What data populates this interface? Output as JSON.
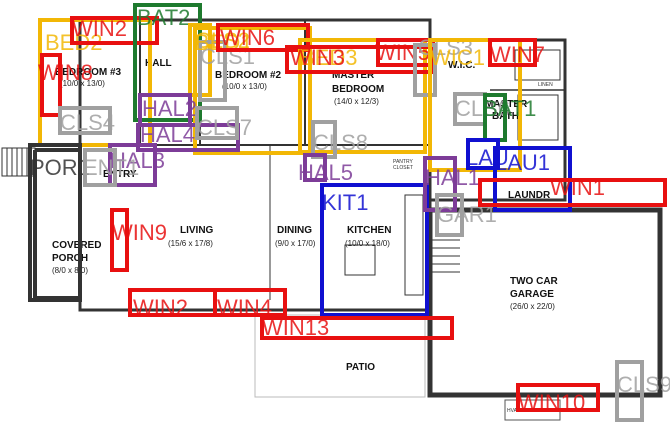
{
  "plan": {
    "rooms": [
      {
        "id": "hall",
        "name": "HALL",
        "dims": ""
      },
      {
        "id": "bedroom3",
        "name": "BEDROOM #3",
        "dims": "(10/0 x 13/0)"
      },
      {
        "id": "bedroom2",
        "name": "BEDROOM #2",
        "dims": "(10/0 x 13/0)"
      },
      {
        "id": "master",
        "name": "MASTER",
        "name2": "BEDROOM",
        "dims": "(14/0 x 12/3)"
      },
      {
        "id": "wic",
        "name": "W.I.C.",
        "dims": ""
      },
      {
        "id": "masterbath",
        "name": "MASTER",
        "name2": "BATH",
        "dims": ""
      },
      {
        "id": "entry",
        "name": "ENTRY",
        "dims": ""
      },
      {
        "id": "living",
        "name": "LIVING",
        "dims": "(15/6 x 17/8)"
      },
      {
        "id": "dining",
        "name": "DINING",
        "dims": "(9/0 x 17/0)"
      },
      {
        "id": "kitchen",
        "name": "KITCHEN",
        "dims": "(10/0 x 18/0)"
      },
      {
        "id": "laundry",
        "name": "LAUNDR",
        "dims": ""
      },
      {
        "id": "garage",
        "name": "TWO CAR",
        "name2": "GARAGE",
        "dims": "(26/0 x 22/0)"
      },
      {
        "id": "porch",
        "name": "COVERED",
        "name2": "PORCH",
        "dims": "(8/0 x 8/0)"
      },
      {
        "id": "patio",
        "name": "PATIO",
        "dims": ""
      }
    ],
    "small_labels": {
      "pantry": "PANTRY",
      "closet": "CLOSET",
      "linen": "LINEN",
      "hvac": "HVAC TECH RECEIVING"
    }
  },
  "annotations": [
    {
      "label": "BED2",
      "color": "#f2b705"
    },
    {
      "label": "WIN2",
      "color": "#e81010"
    },
    {
      "label": "BAT2",
      "color": "#1e7a2e"
    },
    {
      "label": "WIN8",
      "color": "#e81010"
    },
    {
      "label": "CLS2",
      "color": "#f2b705"
    },
    {
      "label": "CLS1",
      "color": "#a0a0a0"
    },
    {
      "label": "BED1",
      "color": "#f2b705"
    },
    {
      "label": "WIN6",
      "color": "#e81010"
    },
    {
      "label": "BED3",
      "color": "#f2b705"
    },
    {
      "label": "WIN3",
      "color": "#e81010"
    },
    {
      "label": "WIN5",
      "color": "#e81010"
    },
    {
      "label": "CLS3",
      "color": "#a0a0a0"
    },
    {
      "label": "WIC1",
      "color": "#f2b705"
    },
    {
      "label": "WIN7",
      "color": "#e81010"
    },
    {
      "label": "HAL2",
      "color": "#7d3c98"
    },
    {
      "label": "HAL4",
      "color": "#7d3c98"
    },
    {
      "label": "CLS7",
      "color": "#a0a0a0"
    },
    {
      "label": "CLS4",
      "color": "#a0a0a0"
    },
    {
      "label": "CLS6",
      "color": "#a0a0a0"
    },
    {
      "label": "BAT1",
      "color": "#1e7a2e"
    },
    {
      "label": "CLS8",
      "color": "#a0a0a0"
    },
    {
      "label": "HAL3",
      "color": "#7d3c98"
    },
    {
      "label": "HAL5",
      "color": "#7d3c98"
    },
    {
      "label": "POR1",
      "color": "#333333"
    },
    {
      "label": "ENT1",
      "color": "#a0a0a0"
    },
    {
      "label": "KIT1",
      "color": "#1010d0"
    },
    {
      "label": "HAL1",
      "color": "#7d3c98"
    },
    {
      "label": "GAR1",
      "color": "#a0a0a0"
    },
    {
      "label": "LAU1",
      "color": "#1010d0"
    },
    {
      "label": "WIN1",
      "color": "#e81010"
    },
    {
      "label": "WIN9",
      "color": "#e81010"
    },
    {
      "label": "WIN2",
      "color": "#e81010"
    },
    {
      "label": "WIN4",
      "color": "#e81010"
    },
    {
      "label": "WIN13",
      "color": "#e81010"
    },
    {
      "label": "WIN10",
      "color": "#e81010"
    },
    {
      "label": "CLS9",
      "color": "#a0a0a0"
    },
    {
      "label": "LAU",
      "color": "#1010d0"
    }
  ]
}
